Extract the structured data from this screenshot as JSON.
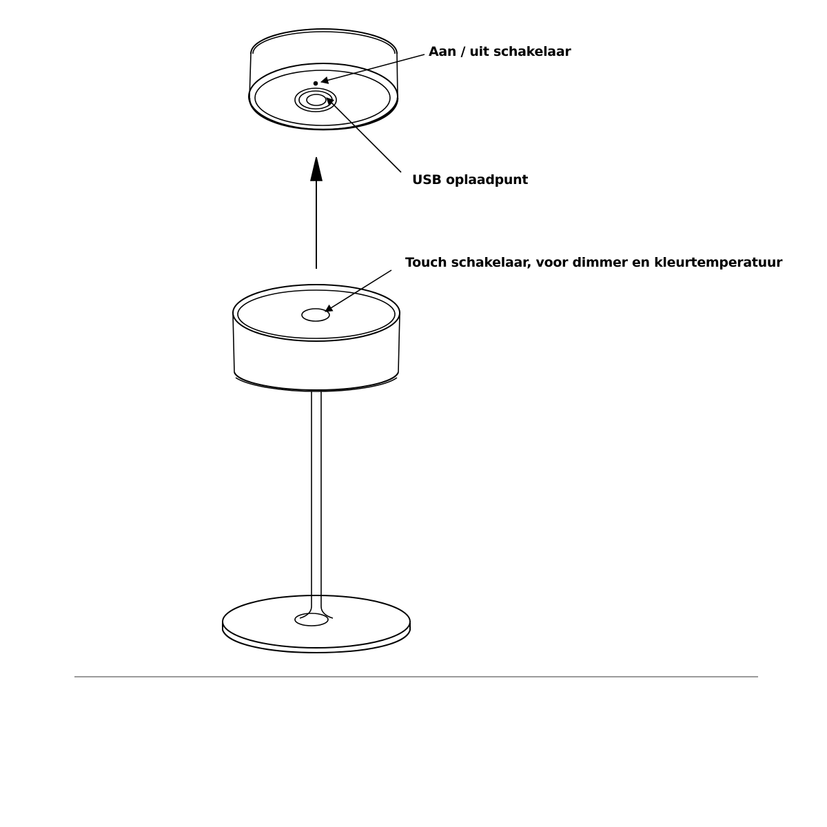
{
  "labels": {
    "power_switch": "Aan / uit schakelaar",
    "usb_port": "USB oplaadpunt",
    "touch_switch": "Touch schakelaar, voor dimmer en kleurtemperatuur"
  },
  "colors": {
    "line": "#000000",
    "ground": "#9a9a9a"
  }
}
